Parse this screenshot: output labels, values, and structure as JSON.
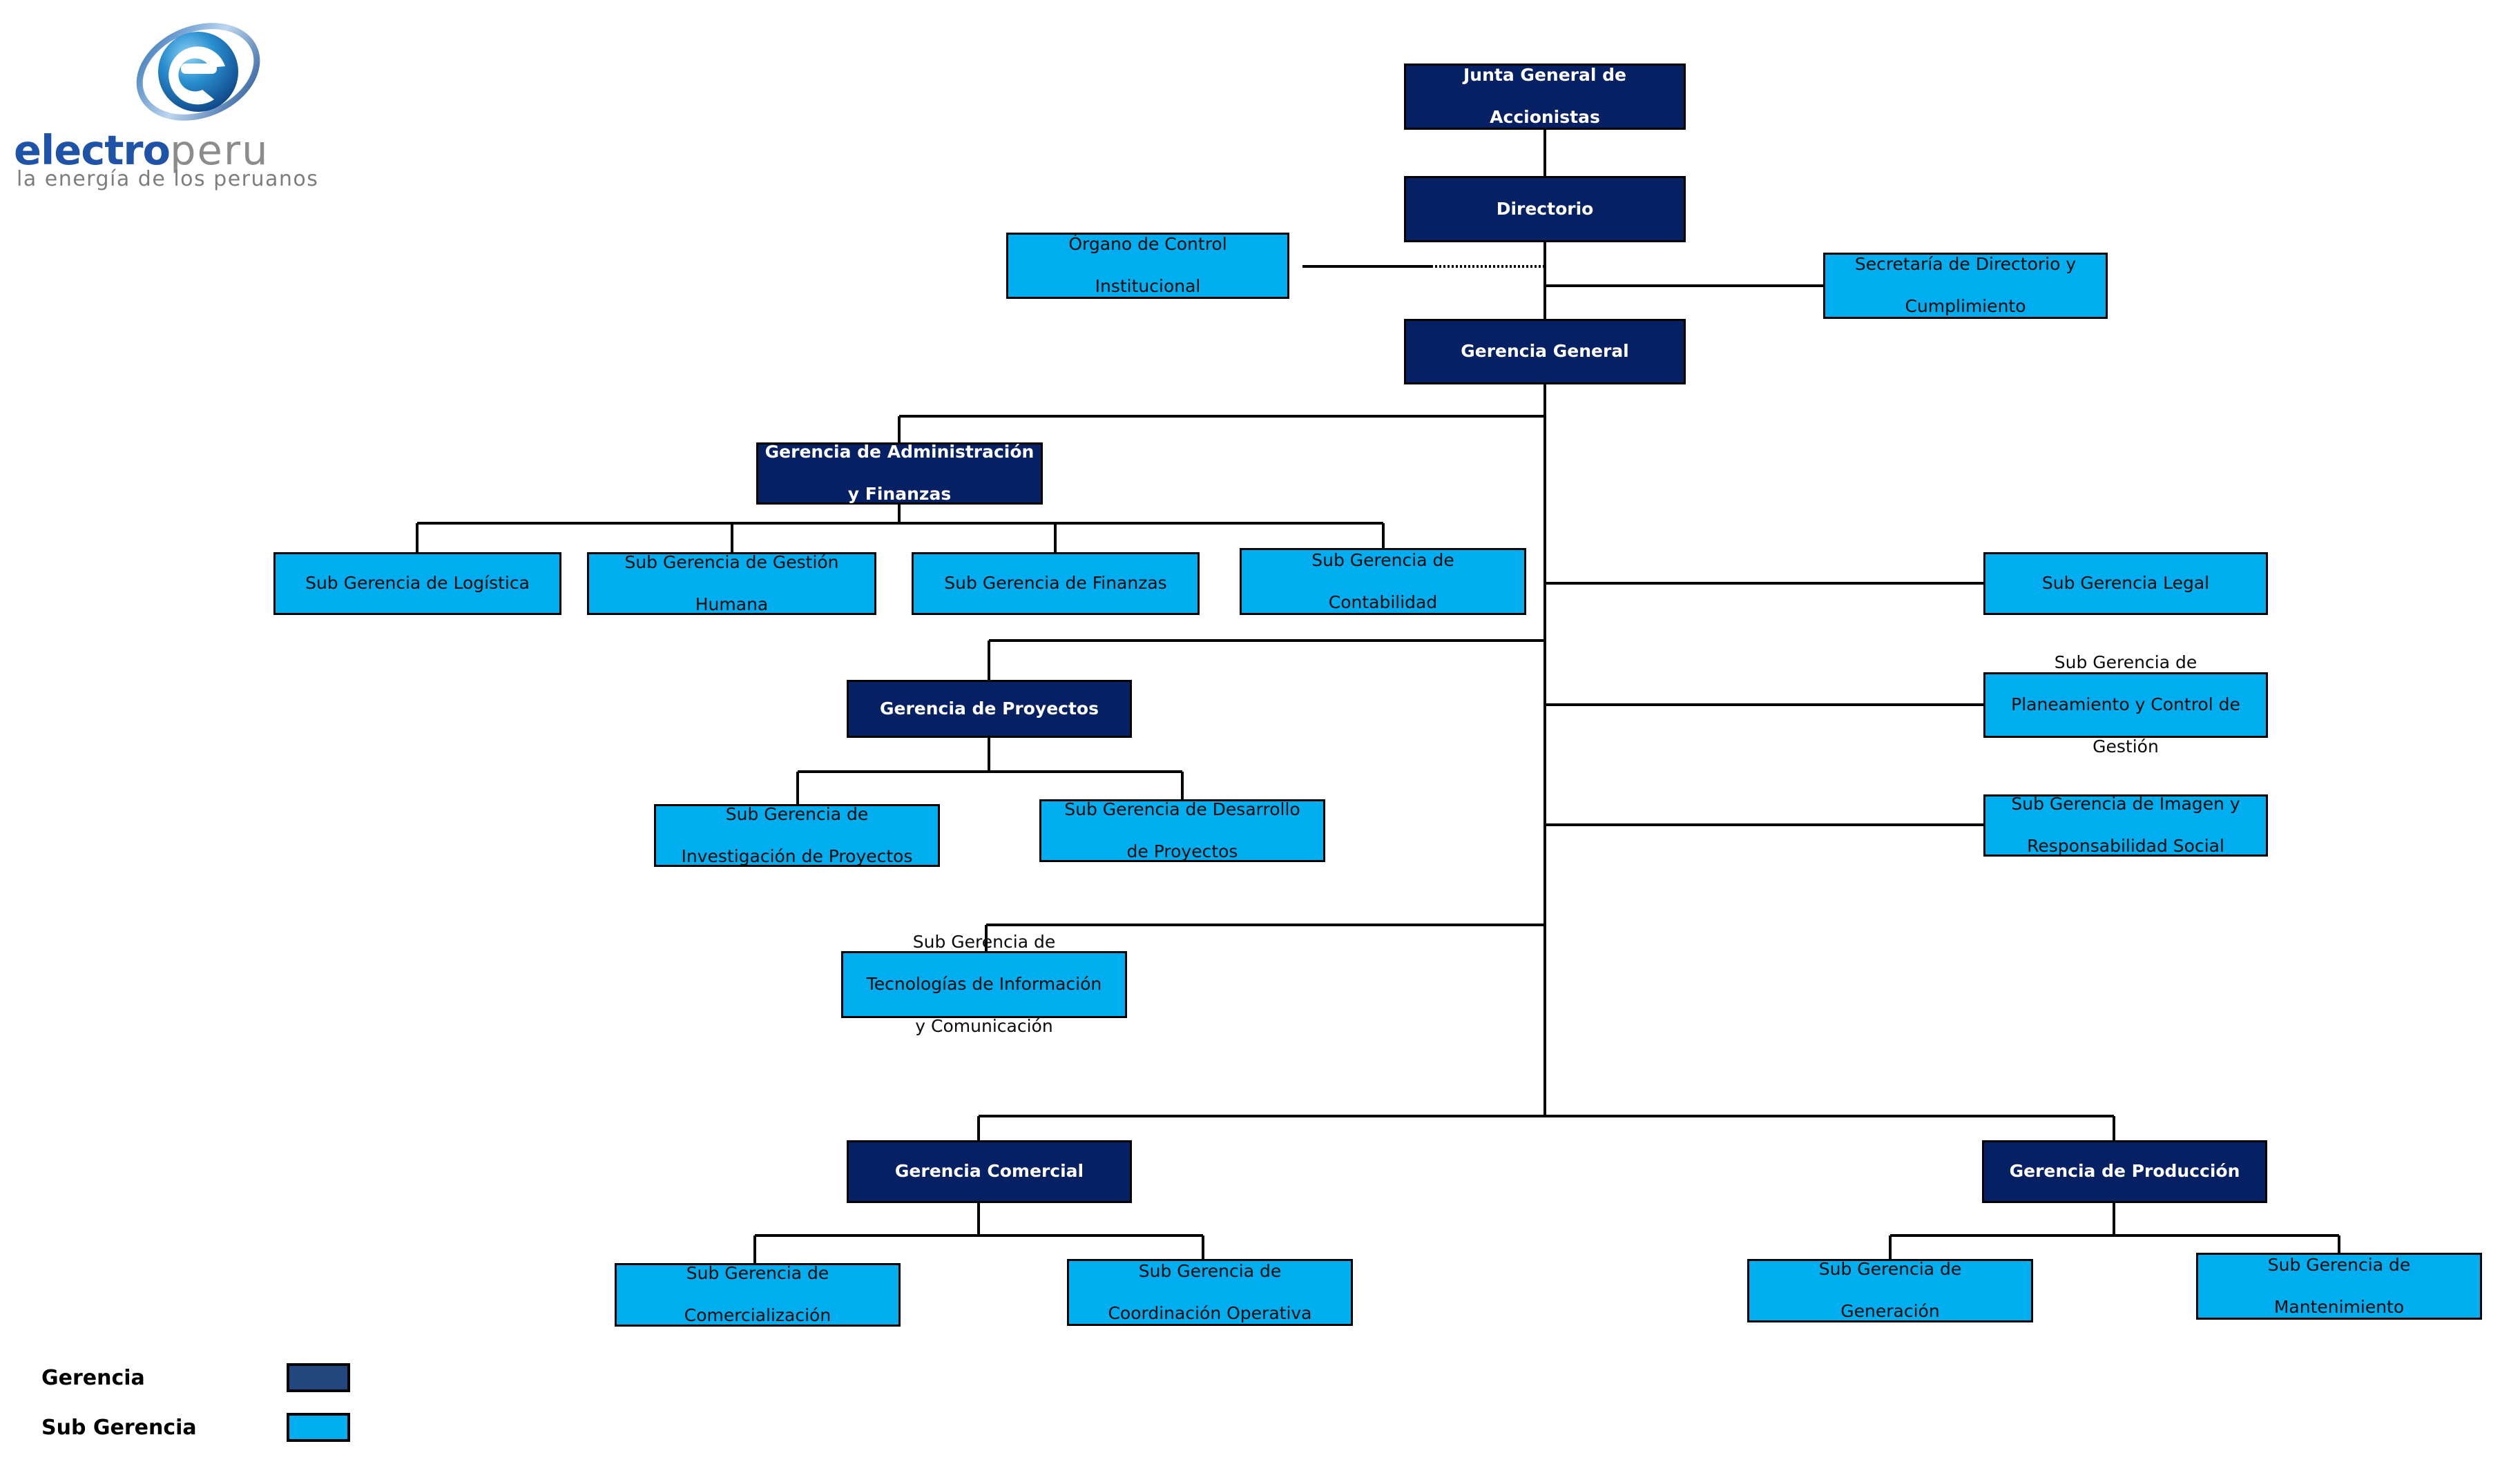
{
  "brand": {
    "word_primary": "electro",
    "word_secondary": "peru",
    "tagline": "la energía de los peruanos",
    "logo_icon": "electroperu-swirl-e-logo"
  },
  "colors": {
    "gerencia_fill": "#052063",
    "sub_gerencia_fill": "#00AEEF",
    "gerencia_text": "#FFFFFF",
    "sub_gerencia_text": "#0A0A0A",
    "connector": "#000000",
    "legend_gerencia_swatch": "#22467E",
    "legend_sub_gerencia_swatch": "#00AEEF",
    "background": "#FFFFFF"
  },
  "chart_data": {
    "type": "diagram",
    "subtype": "organizational-chart",
    "title": "Organigrama ElectroPerú",
    "legend": [
      {
        "label": "Gerencia",
        "color": "#22467E"
      },
      {
        "label": "Sub Gerencia",
        "color": "#00AEEF"
      }
    ],
    "node_types": {
      "gerencia": "Dark navy box with white bold text",
      "sub_gerencia": "Cyan box with black text"
    },
    "nodes": [
      {
        "id": "junta",
        "label": "Junta General de Accionistas",
        "type": "gerencia",
        "level": 0
      },
      {
        "id": "directorio",
        "label": "Directorio",
        "type": "gerencia",
        "level": 1
      },
      {
        "id": "oci",
        "label": "Órgano de Control Institucional",
        "type": "sub_gerencia",
        "level": 2,
        "relation": "dashed"
      },
      {
        "id": "secretaria",
        "label": "Secretaría de Directorio y Cumplimiento",
        "type": "sub_gerencia",
        "level": 2,
        "relation": "solid"
      },
      {
        "id": "gg",
        "label": "Gerencia General",
        "type": "gerencia",
        "level": 2
      },
      {
        "id": "gaf",
        "label": "Gerencia de Administración y Finanzas",
        "type": "gerencia",
        "level": 3
      },
      {
        "id": "sg_logistica",
        "label": "Sub Gerencia de Logística",
        "type": "sub_gerencia",
        "level": 4
      },
      {
        "id": "sg_gestion",
        "label": "Sub Gerencia de Gestión Humana",
        "type": "sub_gerencia",
        "level": 4
      },
      {
        "id": "sg_finanzas",
        "label": "Sub Gerencia de Finanzas",
        "type": "sub_gerencia",
        "level": 4
      },
      {
        "id": "sg_contab",
        "label": "Sub Gerencia de Contabilidad",
        "type": "sub_gerencia",
        "level": 4
      },
      {
        "id": "sg_legal",
        "label": "Sub Gerencia Legal",
        "type": "sub_gerencia",
        "level": 3
      },
      {
        "id": "sg_planea",
        "label": "Sub Gerencia de Planeamiento y Control de Gestión",
        "type": "sub_gerencia",
        "level": 3
      },
      {
        "id": "sg_imagen",
        "label": "Sub Gerencia de Imagen y Responsabilidad Social",
        "type": "sub_gerencia",
        "level": 3
      },
      {
        "id": "gproy",
        "label": "Gerencia de Proyectos",
        "type": "gerencia",
        "level": 3
      },
      {
        "id": "sg_invproy",
        "label": "Sub Gerencia de Investigación de Proyectos",
        "type": "sub_gerencia",
        "level": 4
      },
      {
        "id": "sg_desproy",
        "label": "Sub Gerencia de Desarrollo de Proyectos",
        "type": "sub_gerencia",
        "level": 4
      },
      {
        "id": "sg_tic",
        "label": "Sub Gerencia de Tecnologías de Información y Comunicación",
        "type": "sub_gerencia",
        "level": 3
      },
      {
        "id": "gcom",
        "label": "Gerencia Comercial",
        "type": "gerencia",
        "level": 3
      },
      {
        "id": "sg_comerc",
        "label": "Sub Gerencia de Comercialización",
        "type": "sub_gerencia",
        "level": 4
      },
      {
        "id": "sg_coord",
        "label": "Sub Gerencia de Coordinación Operativa",
        "type": "sub_gerencia",
        "level": 4
      },
      {
        "id": "gprod",
        "label": "Gerencia de Producción",
        "type": "gerencia",
        "level": 3
      },
      {
        "id": "sg_gener",
        "label": "Sub Gerencia de Generación",
        "type": "sub_gerencia",
        "level": 4
      },
      {
        "id": "sg_mant",
        "label": "Sub Gerencia de Mantenimiento",
        "type": "sub_gerencia",
        "level": 4
      }
    ],
    "edges": [
      {
        "from": "junta",
        "to": "directorio",
        "style": "solid"
      },
      {
        "from": "directorio",
        "to": "oci",
        "style": "dashed"
      },
      {
        "from": "directorio",
        "to": "secretaria",
        "style": "solid"
      },
      {
        "from": "directorio",
        "to": "gg",
        "style": "solid"
      },
      {
        "from": "gg",
        "to": "gaf",
        "style": "solid"
      },
      {
        "from": "gg",
        "to": "sg_legal",
        "style": "solid"
      },
      {
        "from": "gg",
        "to": "sg_planea",
        "style": "solid"
      },
      {
        "from": "gg",
        "to": "sg_imagen",
        "style": "solid"
      },
      {
        "from": "gg",
        "to": "gproy",
        "style": "solid"
      },
      {
        "from": "gg",
        "to": "sg_tic",
        "style": "solid"
      },
      {
        "from": "gg",
        "to": "gcom",
        "style": "solid"
      },
      {
        "from": "gg",
        "to": "gprod",
        "style": "solid"
      },
      {
        "from": "gaf",
        "to": "sg_logistica",
        "style": "solid"
      },
      {
        "from": "gaf",
        "to": "sg_gestion",
        "style": "solid"
      },
      {
        "from": "gaf",
        "to": "sg_finanzas",
        "style": "solid"
      },
      {
        "from": "gaf",
        "to": "sg_contab",
        "style": "solid"
      },
      {
        "from": "gproy",
        "to": "sg_invproy",
        "style": "solid"
      },
      {
        "from": "gproy",
        "to": "sg_desproy",
        "style": "solid"
      },
      {
        "from": "gcom",
        "to": "sg_comerc",
        "style": "solid"
      },
      {
        "from": "gcom",
        "to": "sg_coord",
        "style": "solid"
      },
      {
        "from": "gprod",
        "to": "sg_gener",
        "style": "solid"
      },
      {
        "from": "gprod",
        "to": "sg_mant",
        "style": "solid"
      }
    ]
  },
  "nodes": {
    "junta": {
      "line1": "Junta General de",
      "line2": "Accionistas"
    },
    "directorio": {
      "line1": "Directorio"
    },
    "oci": {
      "line1": "Órgano de Control",
      "line2": "Institucional"
    },
    "secretaria": {
      "line1": "Secretaría de Directorio y",
      "line2": "Cumplimiento"
    },
    "gg": {
      "line1": "Gerencia General"
    },
    "gaf": {
      "line1": "Gerencia de Administración",
      "line2": "y Finanzas"
    },
    "sg_logistica": {
      "line1": "Sub Gerencia de Logística"
    },
    "sg_gestion": {
      "line1": "Sub Gerencia de Gestión",
      "line2": "Humana"
    },
    "sg_finanzas": {
      "line1": "Sub Gerencia de Finanzas"
    },
    "sg_contab": {
      "line1": "Sub Gerencia de",
      "line2": "Contabilidad"
    },
    "sg_legal": {
      "line1": "Sub Gerencia Legal"
    },
    "sg_planea": {
      "line1": "Sub Gerencia de",
      "line2": "Planeamiento y Control de",
      "line3": "Gestión"
    },
    "sg_imagen": {
      "line1": "Sub Gerencia de Imagen y",
      "line2": "Responsabilidad Social"
    },
    "gproy": {
      "line1": "Gerencia de Proyectos"
    },
    "sg_invproy": {
      "line1": "Sub Gerencia de",
      "line2": "Investigación de Proyectos"
    },
    "sg_desproy": {
      "line1": "Sub Gerencia de Desarrollo",
      "line2": "de Proyectos"
    },
    "sg_tic": {
      "line1": "Sub Gerencia de",
      "line2": "Tecnologías de Información",
      "line3": "y Comunicación"
    },
    "gcom": {
      "line1": "Gerencia Comercial"
    },
    "sg_comerc": {
      "line1": "Sub Gerencia de",
      "line2": "Comercialización"
    },
    "sg_coord": {
      "line1": "Sub Gerencia de",
      "line2": "Coordinación Operativa"
    },
    "gprod": {
      "line1": "Gerencia de Producción"
    },
    "sg_gener": {
      "line1": "Sub Gerencia de",
      "line2": "Generación"
    },
    "sg_mant": {
      "line1": "Sub Gerencia de",
      "line2": "Mantenimiento"
    }
  },
  "legend": {
    "gerencia_label": "Gerencia",
    "sub_gerencia_label": "Sub Gerencia"
  }
}
